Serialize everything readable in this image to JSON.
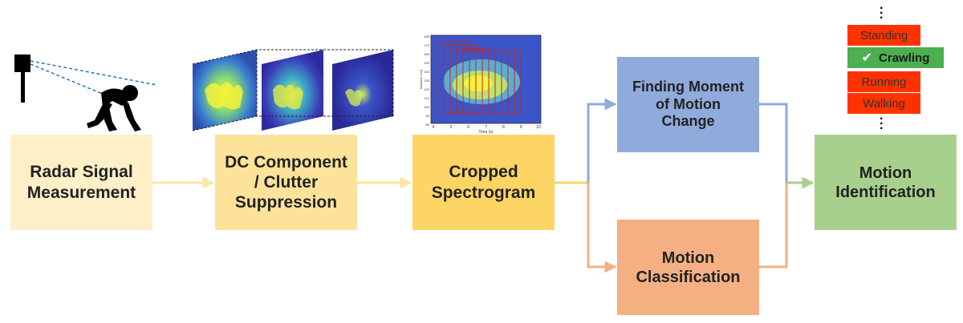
{
  "boxes": {
    "radar": "Radar Signal\nMeasurement",
    "dc": "DC Component\n/ Clutter\nSuppression",
    "cropped": "Cropped\nSpectrogram",
    "moment": "Finding Moment\nof Motion\nChange",
    "classification": "Motion\nClassification",
    "identification": "Motion\nIdentification"
  },
  "motion_labels": [
    {
      "text": "Standing",
      "selected": false
    },
    {
      "text": "Crawling",
      "selected": true
    },
    {
      "text": "Running",
      "selected": false
    },
    {
      "text": "Walking",
      "selected": false
    }
  ],
  "spectrogram": {
    "yticks": [
      "180",
      "170",
      "160",
      "150",
      "140",
      "130",
      "120",
      "110",
      "100",
      "90",
      "80"
    ],
    "xticks": [
      "4",
      "5",
      "6",
      "7",
      "8",
      "9",
      "10"
    ],
    "ylabel": "Distance (cm)",
    "xlabel": "Time (s)"
  },
  "colors": {
    "stage1": "#fdefc8",
    "stage2": "#fde39a",
    "stage3": "#fcd565",
    "moment": "#8fabdb",
    "classification": "#f4b083",
    "identification": "#a8d08d",
    "label_red": "#ff3300",
    "label_green": "#4caf50"
  }
}
